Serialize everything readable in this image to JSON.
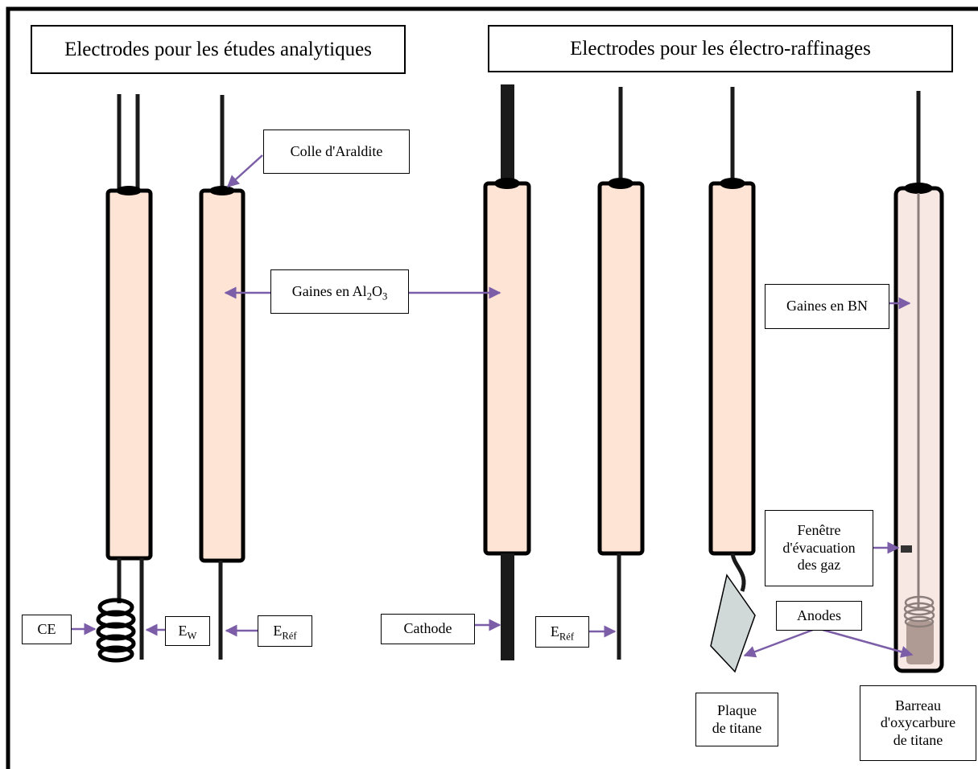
{
  "titles": {
    "analytical": "Electrodes pour les études analytiques",
    "refining": "Electrodes pour les électro-raffinages"
  },
  "labels": {
    "araldite": "Colle d'Araldite",
    "alumina_prefix": "Gaines en Al",
    "alumina_sub1": "2",
    "alumina_mid": "O",
    "alumina_sub2": "3",
    "bn": "Gaines en BN",
    "ce": "CE",
    "ew_main": "E",
    "ew_sub": "W",
    "eref_main": "E",
    "eref_sub": "Réf",
    "cathode": "Cathode",
    "window_line1": "Fenêtre",
    "window_line2": "d'évacuation",
    "window_line3": "des gaz",
    "anodes": "Anodes",
    "plate_line1": "Plaque",
    "plate_line2": "de titane",
    "bar_line1": "Barreau",
    "bar_line2": "d'oxycarbure",
    "bar_line3": "de titane"
  },
  "colors": {
    "sheath": "#fde4d5",
    "bn_sheath": "#f7e8e4",
    "arrow": "#7b5ea7",
    "plate": "#d0d8d8",
    "bar": "#b09a94"
  }
}
